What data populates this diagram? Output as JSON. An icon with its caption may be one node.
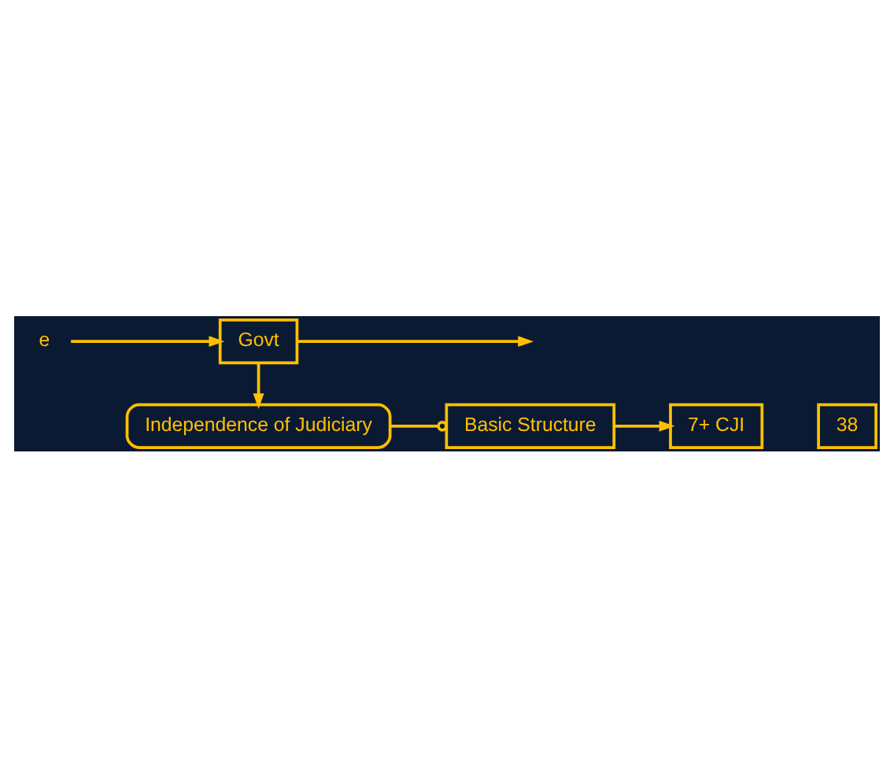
{
  "diagram": {
    "nodes": [
      {
        "text": [
          "Govt"
        ]
      },
      {
        "text": [
          "Independence of Judiciary"
        ]
      },
      {
        "text": [
          "Basic Structure"
        ]
      },
      {
        "text": [
          "7+ CJI"
        ]
      },
      {
        "text": [
          "38"
        ]
      },
      {
        "text": [
          "e"
        ]
      }
    ],
    "edges": [
      {
        "from": 0,
        "to": null,
        "arrow": "to"
      },
      {
        "from": 5,
        "to": 0,
        "arrow": "to"
      },
      {
        "from": 0,
        "to": 1,
        "arrow": "to"
      },
      {
        "from": 1,
        "to": 2,
        "arrow": "other"
      },
      {
        "from": 2,
        "to": 3,
        "arrow": "to"
      }
    ]
  }
}
